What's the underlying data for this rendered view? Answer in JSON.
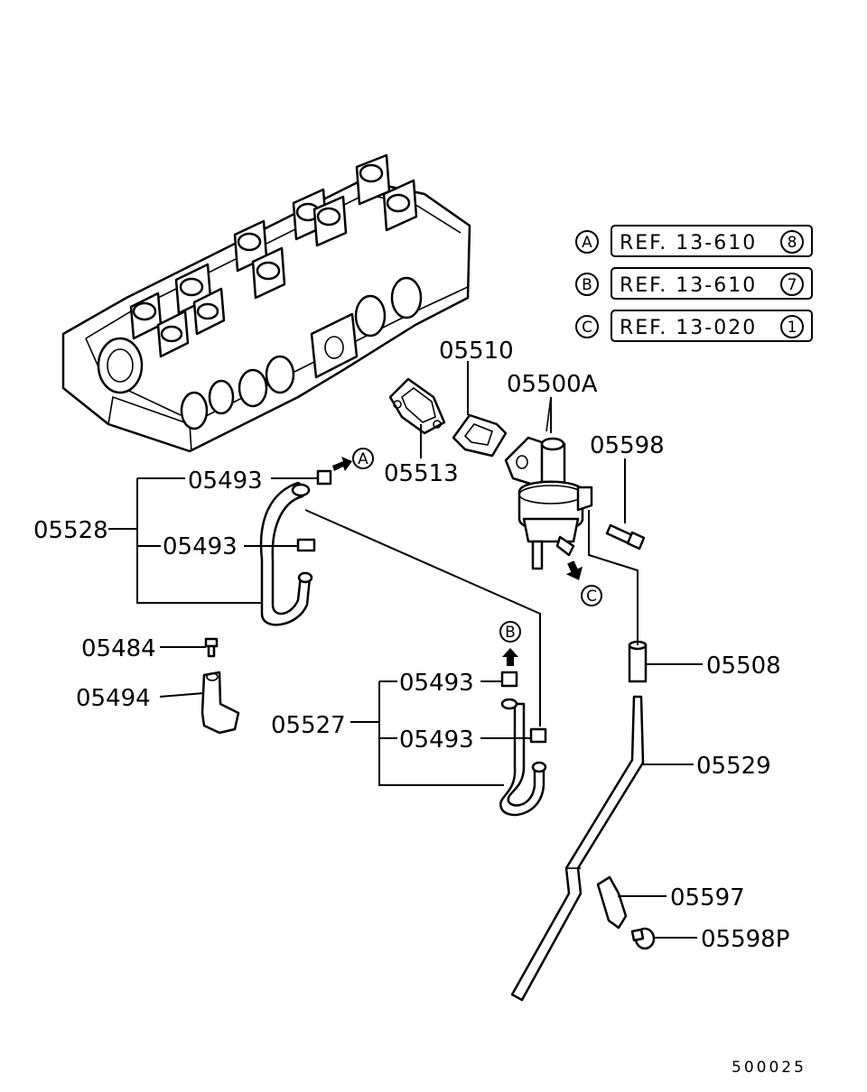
{
  "refs": [
    {
      "letter": "A",
      "text": "REF. 13-610",
      "num": "8"
    },
    {
      "letter": "B",
      "text": "REF. 13-610",
      "num": "7"
    },
    {
      "letter": "C",
      "text": "REF. 13-020",
      "num": "1"
    }
  ],
  "markers": {
    "a": "A",
    "b": "B",
    "c": "C"
  },
  "labels": {
    "p05510": "05510",
    "p05500A": "05500A",
    "p05598": "05598",
    "p05513": "05513",
    "p05493_a": "05493",
    "p05493_b": "05493",
    "p05493_c": "05493",
    "p05493_d": "05493",
    "p05528": "05528",
    "p05484": "05484",
    "p05494": "05494",
    "p05527": "05527",
    "p05508": "05508",
    "p05529": "05529",
    "p05597": "05597",
    "p05598P": "05598P"
  },
  "diagram_code": "500025"
}
